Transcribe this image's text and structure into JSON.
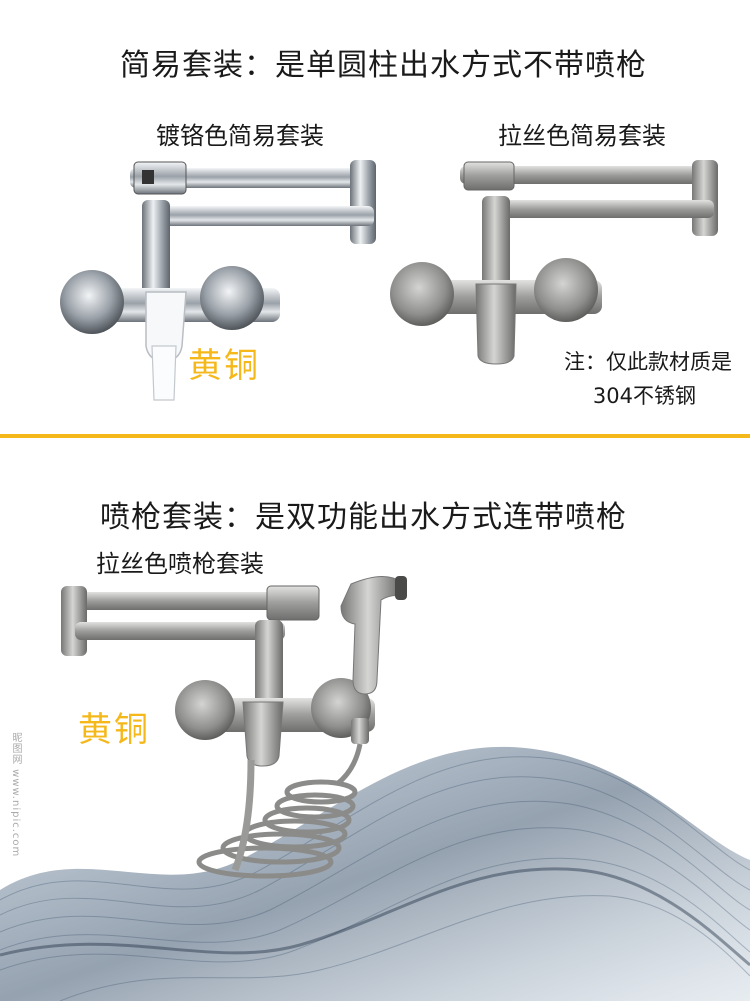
{
  "colors": {
    "accent_gold": "#f5b81a",
    "chrome_light": "#d9dde2",
    "chrome_dark": "#6c7279",
    "brushed_light": "#c6c6c4",
    "brushed_dark": "#6e6e6c",
    "wave_blue": "#3e556e"
  },
  "section1": {
    "title": "简易套装：是单圆柱出水方式不带喷枪",
    "product_left": {
      "label": "镀铬色简易套装",
      "material": "黄铜"
    },
    "product_right": {
      "label": "拉丝色简易套装",
      "note_line1": "注：仅此款材质是",
      "note_line2": "304不锈钢"
    }
  },
  "section2": {
    "title": "喷枪套装：是双功能出水方式连带喷枪",
    "product": {
      "label": "拉丝色喷枪套装",
      "material": "黄铜"
    }
  },
  "watermark": "昵图网 www.nipic.com"
}
